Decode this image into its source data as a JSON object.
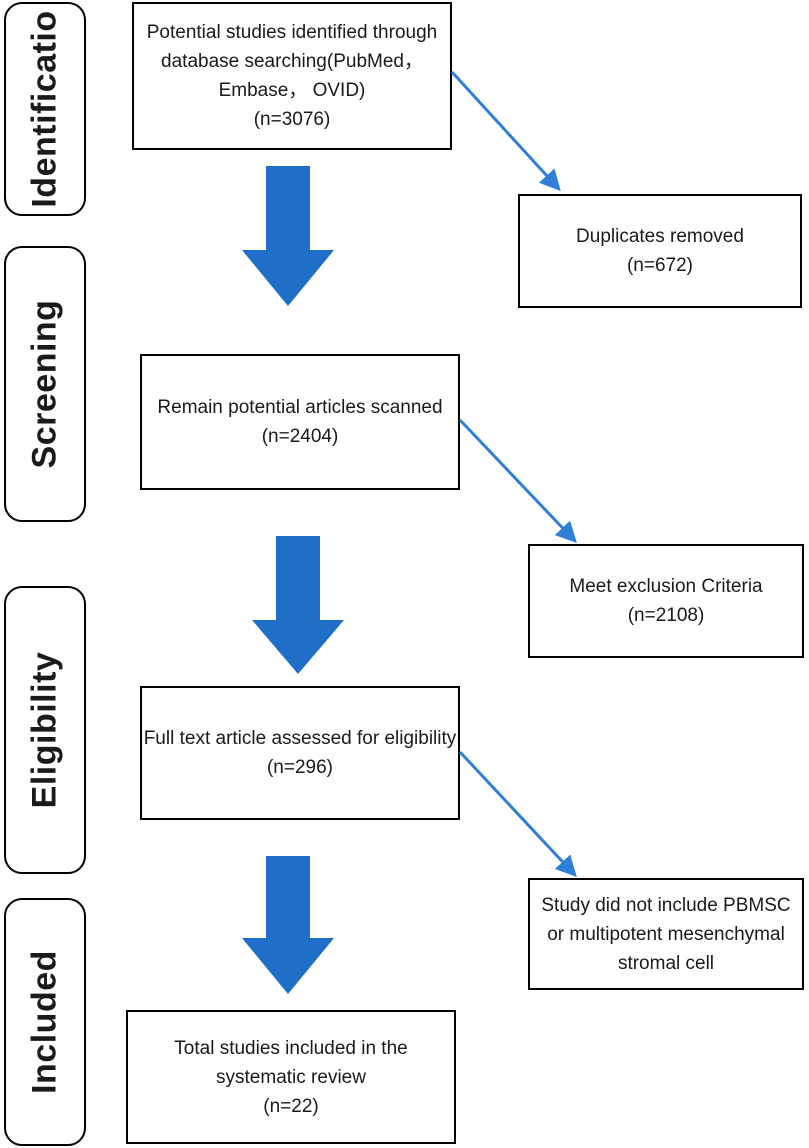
{
  "stages": [
    {
      "key": "identification",
      "label": "Identificatio"
    },
    {
      "key": "screening",
      "label": "Screening"
    },
    {
      "key": "eligibility",
      "label": "Eligibility"
    },
    {
      "key": "included",
      "label": "Included"
    }
  ],
  "boxes": {
    "identified": {
      "lines": [
        "Potential studies identified through",
        "database searching(PubMed，",
        "Embase，   OVID)",
        "(n=3076)"
      ]
    },
    "duplicates": {
      "lines": [
        "Duplicates removed",
        "(n=672)"
      ]
    },
    "screened": {
      "lines": [
        "Remain potential articles scanned",
        "(n=2404)"
      ]
    },
    "exclusion": {
      "lines": [
        "Meet exclusion Criteria",
        "(n=2108)"
      ]
    },
    "fulltext": {
      "lines": [
        "Full text article assessed for eligibility",
        "(n=296)"
      ]
    },
    "not_included": {
      "lines": [
        "Study did not include PBMSC",
        "or multipotent mesenchymal",
        "stromal cell"
      ]
    },
    "included": {
      "lines": [
        "Total studies included in the",
        "systematic review",
        "(n=22)"
      ]
    }
  },
  "colors": {
    "arrow_fill": "#1f6fc8",
    "arrow_line": "#2f7fd6",
    "border": "#000000"
  }
}
